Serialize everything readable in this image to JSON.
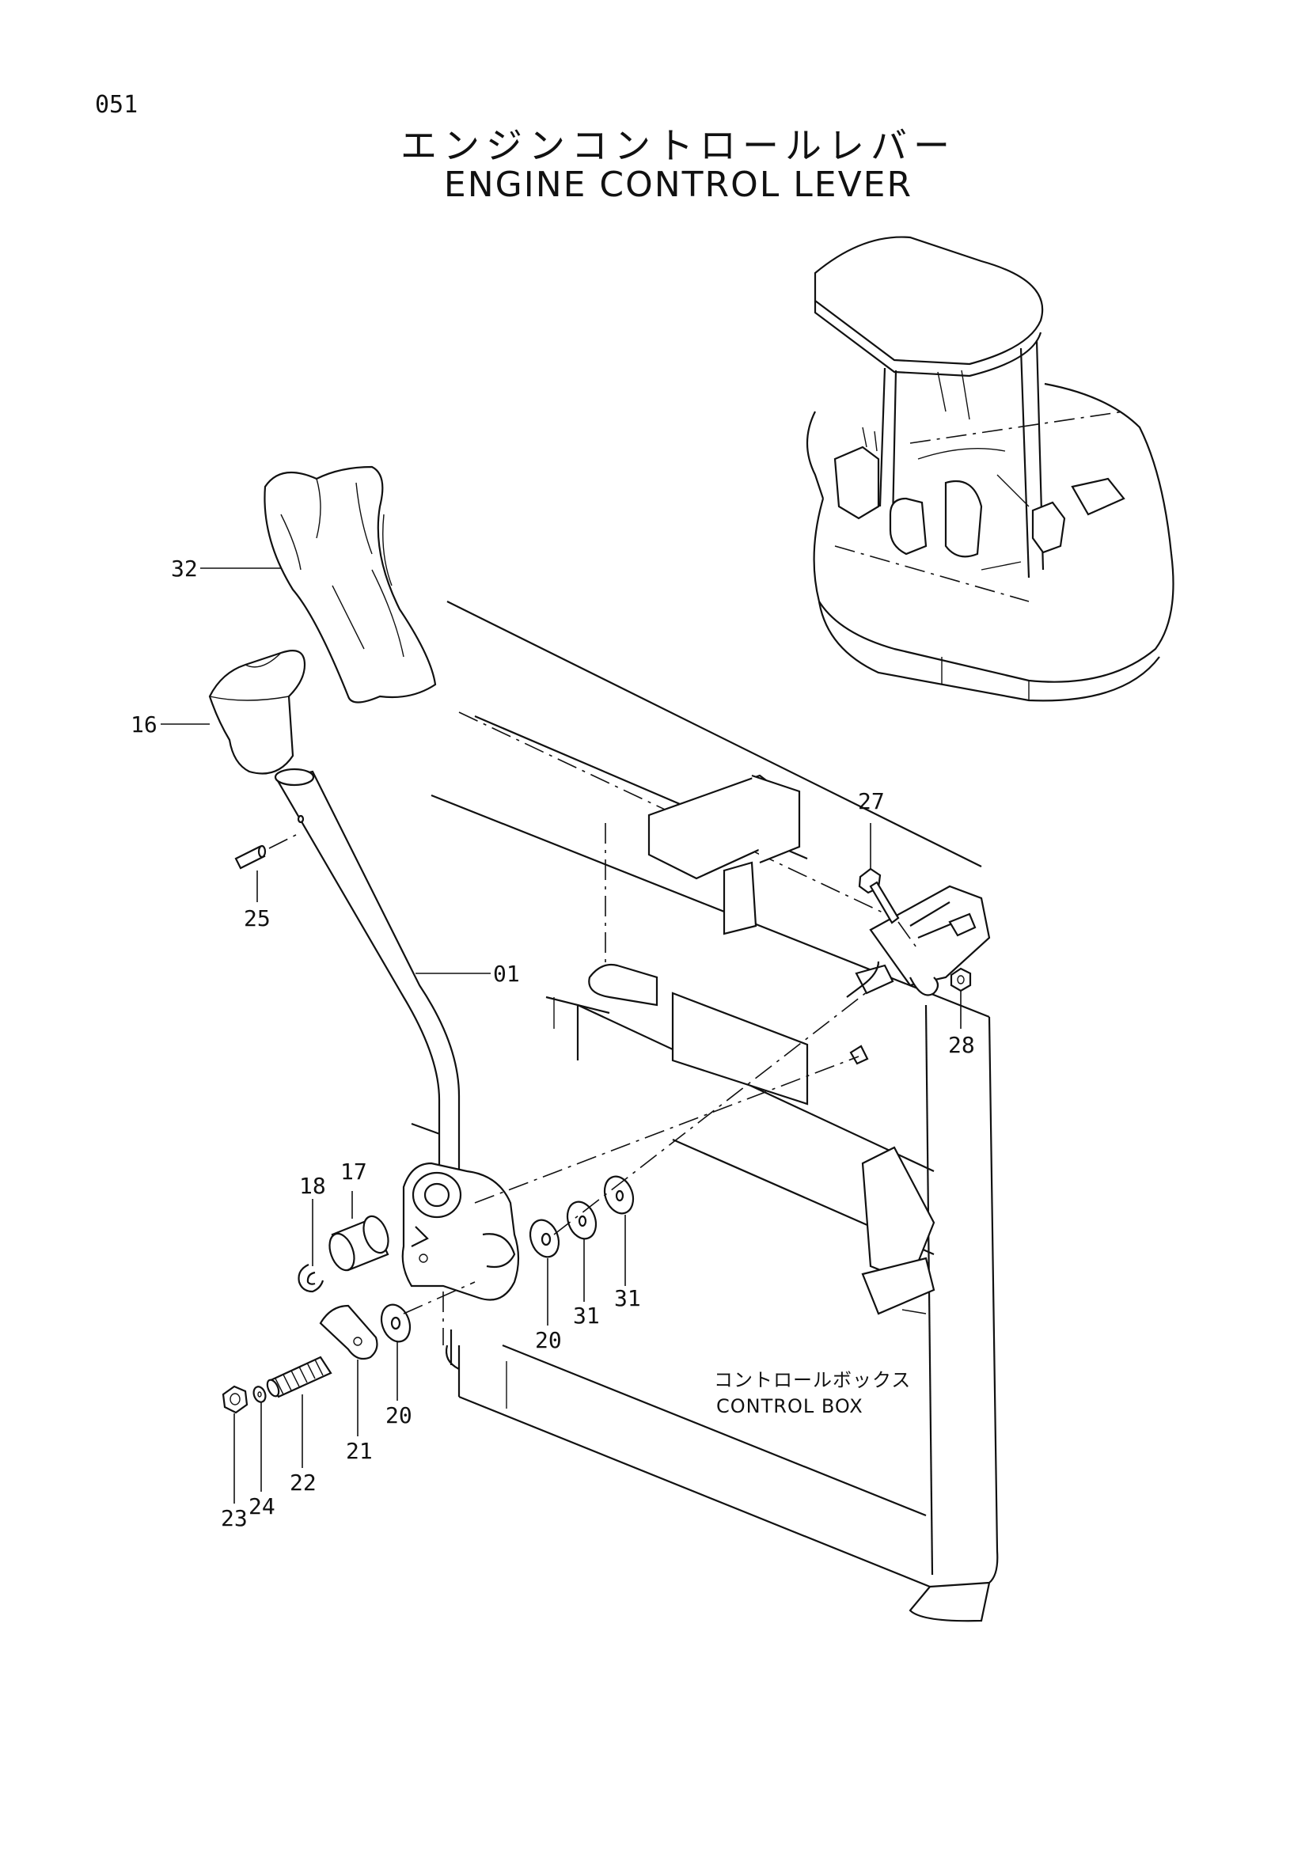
{
  "page_number": "051",
  "title_jp": "エンジンコントロールレバー",
  "title_en": "ENGINE CONTROL LEVER",
  "callouts": {
    "p01": "01",
    "p16": "16",
    "p17": "17",
    "p18": "18",
    "p20a": "20",
    "p20b": "20",
    "p21": "21",
    "p22": "22",
    "p23": "23",
    "p24": "24",
    "p25": "25",
    "p27": "27",
    "p28": "28",
    "p31a": "31",
    "p31b": "31",
    "p32": "32"
  },
  "control_box": {
    "label_jp": "コントロールボックス",
    "label_en": "CONTROL BOX"
  }
}
